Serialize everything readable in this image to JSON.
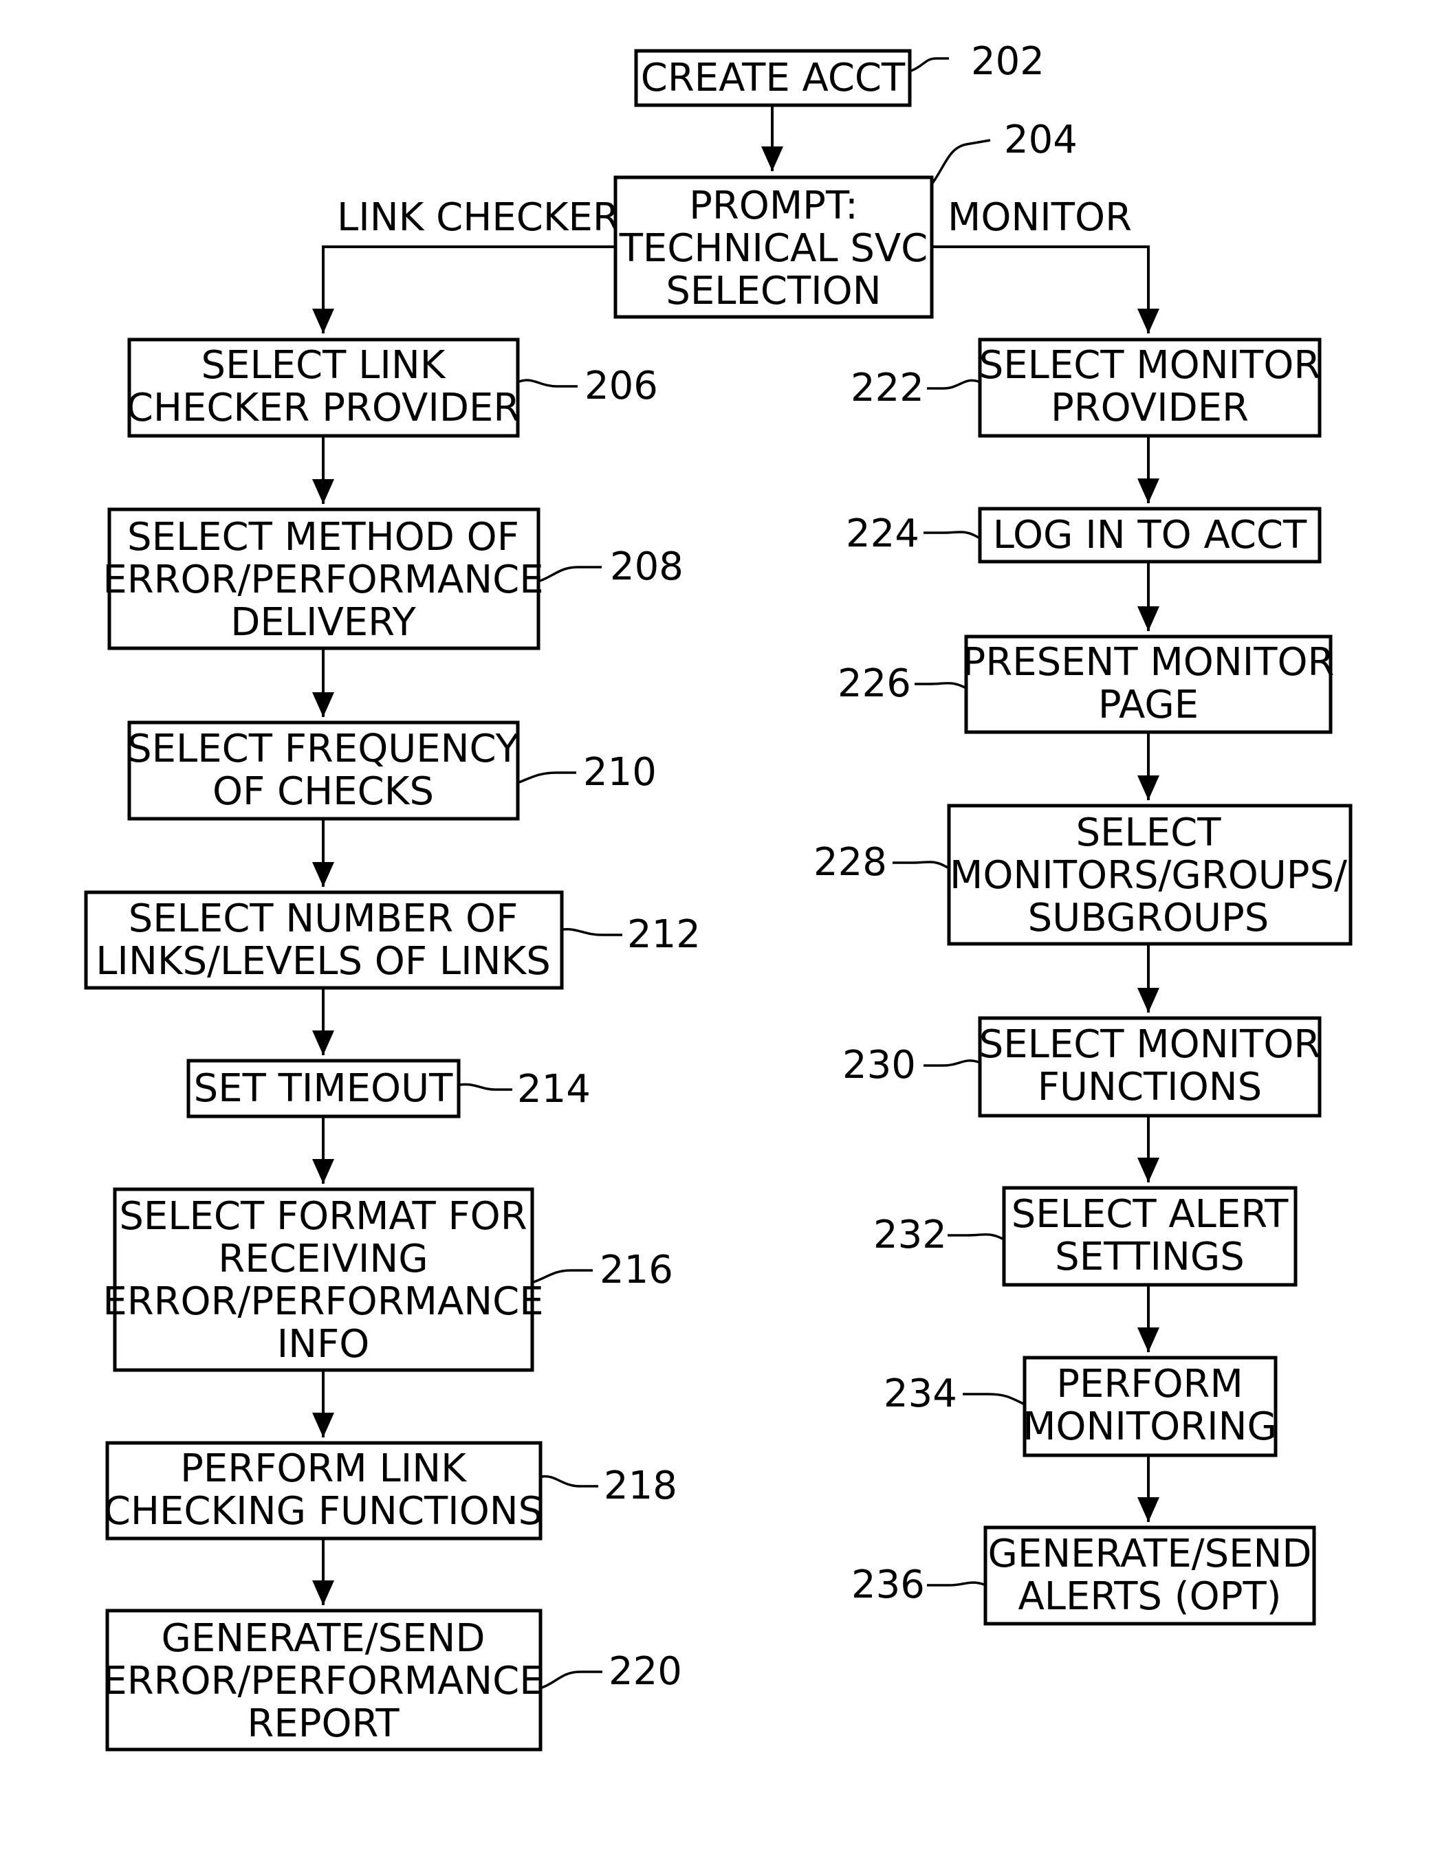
{
  "nodes": {
    "n202": {
      "lines": [
        "CREATE  ACCT"
      ],
      "ref": "202"
    },
    "n204": {
      "lines": [
        "PROMPT:",
        "TECHNICAL  SVC",
        "SELECTION"
      ],
      "ref": "204"
    },
    "n206": {
      "lines": [
        "SELECT  LINK",
        "CHECKER  PROVIDER"
      ],
      "ref": "206"
    },
    "n208": {
      "lines": [
        "SELECT  METHOD  OF",
        "ERROR/PERFORMANCE",
        "DELIVERY"
      ],
      "ref": "208"
    },
    "n210": {
      "lines": [
        "SELECT  FREQUENCY",
        "OF  CHECKS"
      ],
      "ref": "210"
    },
    "n212": {
      "lines": [
        "SELECT  NUMBER  OF",
        "LINKS/LEVELS  OF  LINKS"
      ],
      "ref": "212"
    },
    "n214": {
      "lines": [
        "SET  TIMEOUT"
      ],
      "ref": "214"
    },
    "n216": {
      "lines": [
        "SELECT  FORMAT  FOR",
        "RECEIVING",
        "ERROR/PERFORMANCE",
        "INFO"
      ],
      "ref": "216"
    },
    "n218": {
      "lines": [
        "PERFORM  LINK",
        "CHECKING  FUNCTIONS"
      ],
      "ref": "218"
    },
    "n220": {
      "lines": [
        "GENERATE/SEND",
        "ERROR/PERFORMANCE",
        "REPORT"
      ],
      "ref": "220"
    },
    "n222": {
      "lines": [
        "SELECT  MONITOR",
        "PROVIDER"
      ],
      "ref": "222"
    },
    "n224": {
      "lines": [
        "LOG  IN  TO  ACCT"
      ],
      "ref": "224"
    },
    "n226": {
      "lines": [
        "PRESENT  MONITOR",
        "PAGE"
      ],
      "ref": "226"
    },
    "n228": {
      "lines": [
        "SELECT",
        "MONITORS/GROUPS/",
        "SUBGROUPS"
      ],
      "ref": "228"
    },
    "n230": {
      "lines": [
        "SELECT  MONITOR",
        "FUNCTIONS"
      ],
      "ref": "230"
    },
    "n232": {
      "lines": [
        "SELECT  ALERT",
        "SETTINGS"
      ],
      "ref": "232"
    },
    "n234": {
      "lines": [
        "PERFORM",
        "MONITORING"
      ],
      "ref": "234"
    },
    "n236": {
      "lines": [
        "GENERATE/SEND",
        "ALERTS  (OPT)"
      ],
      "ref": "236"
    }
  },
  "branches": {
    "left_label": "LINK  CHECKER",
    "right_label": "MONITOR"
  }
}
